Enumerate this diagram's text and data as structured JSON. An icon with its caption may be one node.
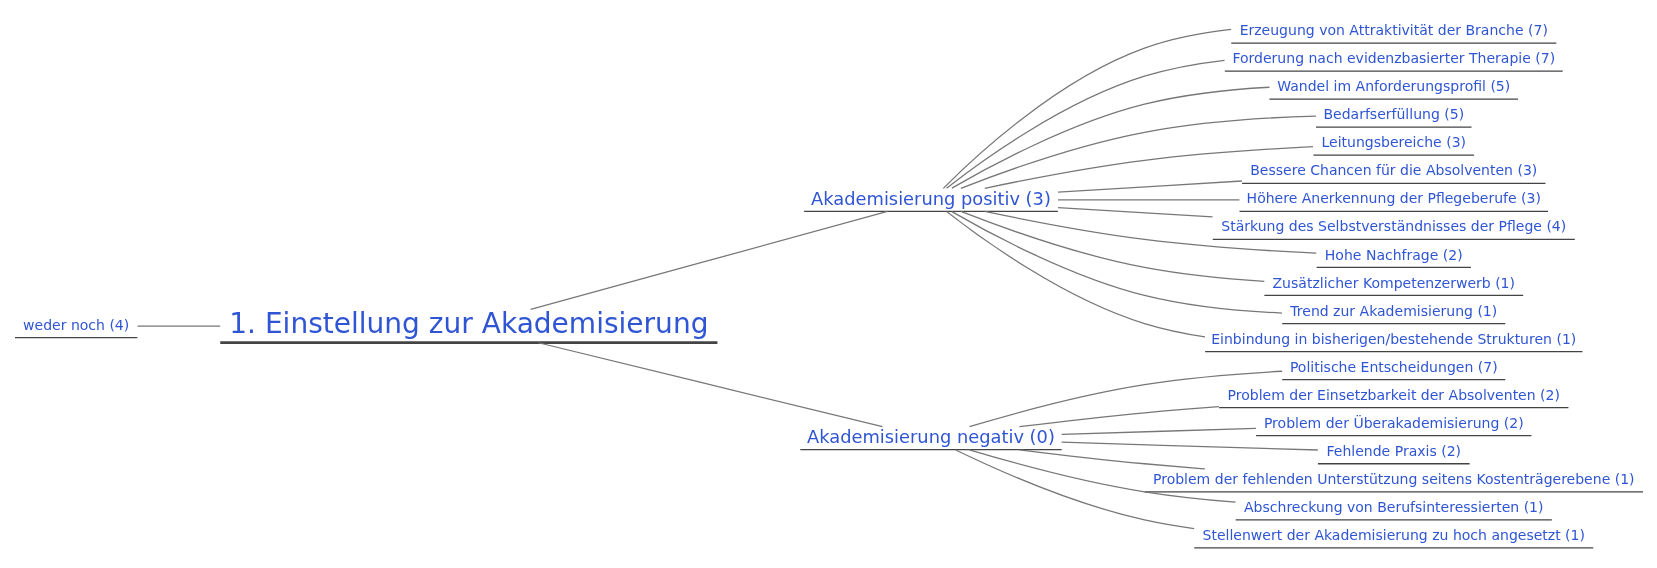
{
  "diagram": {
    "nodes": [
      {
        "text": [
          "1. Einstellung zur Akademisierung"
        ]
      },
      {
        "text": [
          "weder noch (4)"
        ]
      },
      {
        "text": [
          "Akademisierung positiv (3)"
        ]
      },
      {
        "text": [
          "Erzeugung von Attraktivität der Branche (7)"
        ]
      },
      {
        "text": [
          "Forderung nach evidenzbasierter Therapie (7)"
        ]
      },
      {
        "text": [
          "Wandel im Anforderungsprofil (5)"
        ]
      },
      {
        "text": [
          "Bedarfserfüllung (5)"
        ]
      },
      {
        "text": [
          "Leitungsbereiche (3)"
        ]
      },
      {
        "text": [
          "Bessere Chancen für die Absolventen (3)"
        ]
      },
      {
        "text": [
          "Höhere Anerkennung der Pflegeberufe (3)"
        ]
      },
      {
        "text": [
          "Stärkung des Selbstverständnisses der Pflege (4)"
        ]
      },
      {
        "text": [
          "Hohe Nachfrage (2)"
        ]
      },
      {
        "text": [
          "Zusätzlicher Kompetenzerwerb (1)"
        ]
      },
      {
        "text": [
          "Trend zur Akademisierung (1)"
        ]
      },
      {
        "text": [
          "Einbindung in bisherigen/bestehende Strukturen (1)"
        ]
      },
      {
        "text": [
          "Akademisierung negativ (0)"
        ]
      },
      {
        "text": [
          "Politische Entscheidungen (7)"
        ]
      },
      {
        "text": [
          "Problem der Einsetzbarkeit der Absolventen (2)"
        ]
      },
      {
        "text": [
          "Problem der Überakademisierung (2)"
        ]
      },
      {
        "text": [
          "Fehlende Praxis (2)"
        ]
      },
      {
        "text": [
          "Problem der fehlenden Unterstützung seitens Kostenträgerebene (1)"
        ]
      },
      {
        "text": [
          "Abschreckung von Berufsinteressierten (1)"
        ]
      },
      {
        "text": [
          "Stellenwert der Akademisierung zu hoch angesetzt (1)"
        ]
      }
    ],
    "edges": [
      {
        "from": 1,
        "to": 0,
        "arrow": "none"
      },
      {
        "from": 0,
        "to": 2,
        "arrow": "none"
      },
      {
        "from": 0,
        "to": 15,
        "arrow": "none"
      },
      {
        "from": 2,
        "to": 3,
        "arrow": "none"
      },
      {
        "from": 2,
        "to": 4,
        "arrow": "none"
      },
      {
        "from": 2,
        "to": 5,
        "arrow": "none"
      },
      {
        "from": 2,
        "to": 6,
        "arrow": "none"
      },
      {
        "from": 2,
        "to": 7,
        "arrow": "none"
      },
      {
        "from": 2,
        "to": 8,
        "arrow": "none"
      },
      {
        "from": 2,
        "to": 9,
        "arrow": "none"
      },
      {
        "from": 2,
        "to": 10,
        "arrow": "none"
      },
      {
        "from": 2,
        "to": 11,
        "arrow": "none"
      },
      {
        "from": 2,
        "to": 12,
        "arrow": "none"
      },
      {
        "from": 2,
        "to": 13,
        "arrow": "none"
      },
      {
        "from": 2,
        "to": 14,
        "arrow": "none"
      },
      {
        "from": 15,
        "to": 16,
        "arrow": "none"
      },
      {
        "from": 15,
        "to": 17,
        "arrow": "none"
      },
      {
        "from": 15,
        "to": 18,
        "arrow": "none"
      },
      {
        "from": 15,
        "to": 19,
        "arrow": "none"
      },
      {
        "from": 15,
        "to": 20,
        "arrow": "none"
      },
      {
        "from": 15,
        "to": 21,
        "arrow": "none"
      },
      {
        "from": 15,
        "to": 22,
        "arrow": "none"
      }
    ]
  }
}
